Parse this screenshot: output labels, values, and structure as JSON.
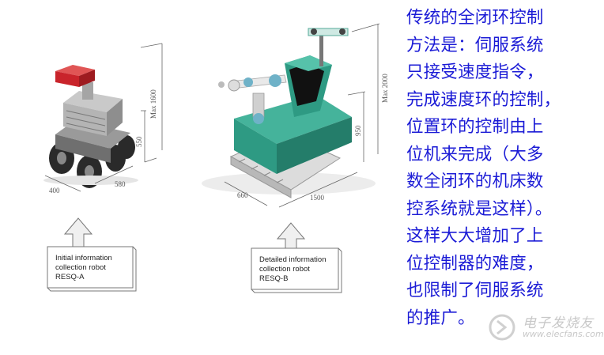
{
  "robot_a": {
    "callout": [
      "Initial information",
      "collection robot",
      "RESQ-A"
    ],
    "dims": {
      "width": "400",
      "length": "580",
      "height": "550",
      "max_height": "Max 1600"
    }
  },
  "robot_b": {
    "callout": [
      "Detailed information",
      "collection robot",
      "RESQ-B"
    ],
    "dims": {
      "width": "660",
      "length": "1500",
      "height": "950",
      "max_height": "Max 2000"
    }
  },
  "description": {
    "lines": [
      "传统的全闭环控制",
      "方法是：伺服系统",
      "只接受速度指令，",
      "完成速度环的控制，",
      "位置环的控制由上",
      "位机来完成（大多",
      "数全闭环的机床数",
      "控系统就是这样）。",
      "这样大大增加了上",
      "位控制器的难度，",
      "也限制了伺服系统",
      "的推广。"
    ]
  },
  "watermark": {
    "cn": "电子发烧友",
    "url": "www.elecfans.com"
  },
  "colors": {
    "text_blue": "#1b1bd6",
    "robot_b_body": "#2e9a83",
    "robot_a_top": "#c9242b"
  }
}
